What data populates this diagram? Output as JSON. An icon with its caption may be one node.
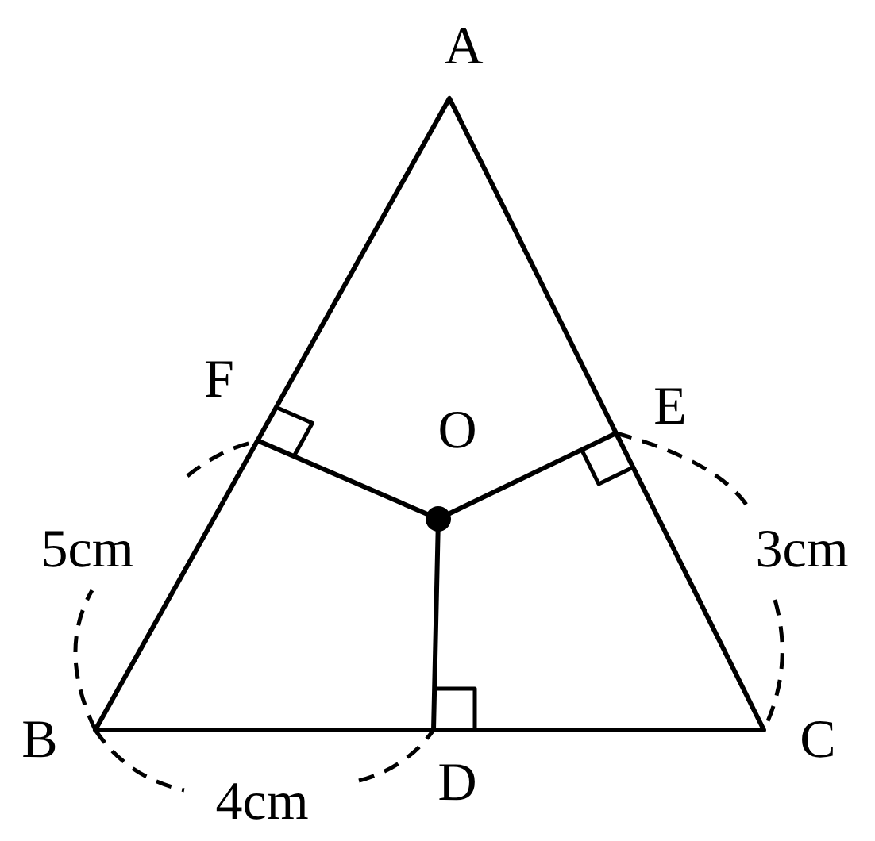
{
  "diagram": {
    "labels": [
      "A",
      "F",
      "O",
      "E",
      "5cm",
      "3cm",
      "B",
      "C",
      "4cm",
      "D"
    ]
  }
}
